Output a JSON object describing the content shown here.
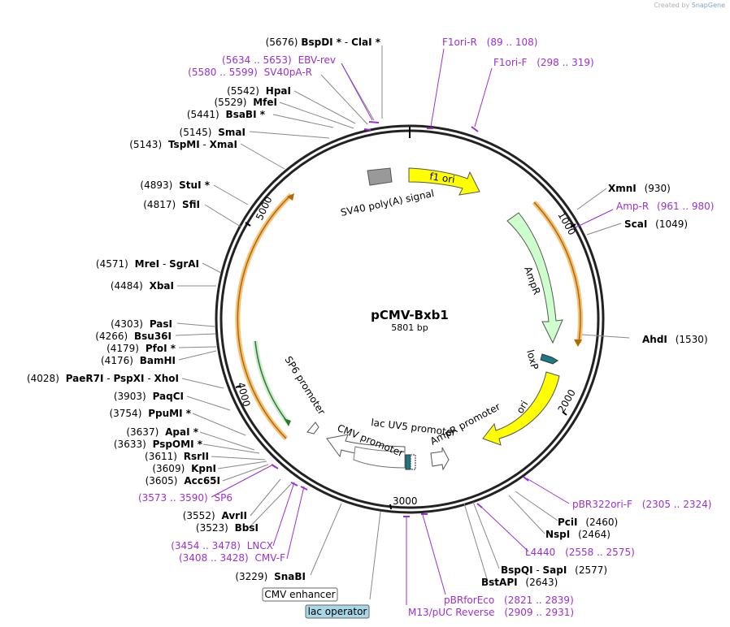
{
  "watermark": {
    "prefix": "Created by",
    "brand": "SnapGene"
  },
  "plasmid": {
    "name": "pCMV-Bxb1",
    "size_label": "5801 bp"
  },
  "ticks": [
    "1000",
    "2000",
    "3000",
    "4000",
    "5000"
  ],
  "features": [
    {
      "id": "f1ori",
      "label": "f1 ori",
      "color": "#ffff00"
    },
    {
      "id": "sv40",
      "label": "SV40 poly(A) signal",
      "color": "#999999"
    },
    {
      "id": "ampr",
      "label": "AmpR",
      "color": "#ccffcc"
    },
    {
      "id": "loxp",
      "label": "loxP",
      "color": "#1a7a8a"
    },
    {
      "id": "ori",
      "label": "ori",
      "color": "#ffff00"
    },
    {
      "id": "amprprom",
      "label": "AmpR promoter",
      "color": "#ffffff"
    },
    {
      "id": "lacuv5",
      "label": "lac UV5 promoter",
      "color": "#ffffff"
    },
    {
      "id": "cmvprom",
      "label": "CMV promoter",
      "color": "#ffffff"
    },
    {
      "id": "sp6",
      "label": "SP6 promoter",
      "color": "#ffffff"
    }
  ],
  "boxed_labels": [
    {
      "id": "cmv-enhancer",
      "text": "CMV enhancer",
      "fill": "#ffffff"
    },
    {
      "id": "lac-operator",
      "text": "lac operator",
      "fill": "#a8d8e8"
    }
  ],
  "left_labels": [
    {
      "num": "(5676)",
      "name": "BspDI *",
      "name2": "ClaI *"
    },
    {
      "num": "(5634 .. 5653)",
      "name": "EBV-rev",
      "primer": true
    },
    {
      "num": "(5580 .. 5599)",
      "name": "SV40pA-R",
      "primer": true
    },
    {
      "num": "(5542)",
      "name": "HpaI"
    },
    {
      "num": "(5529)",
      "name": "MfeI"
    },
    {
      "num": "(5441)",
      "name": "BsaBI *"
    },
    {
      "num": "(5145)",
      "name": "SmaI"
    },
    {
      "num": "(5143)",
      "name": "TspMI",
      "name2": "XmaI"
    },
    {
      "num": "(4893)",
      "name": "StuI *"
    },
    {
      "num": "(4817)",
      "name": "SfiI"
    },
    {
      "num": "(4571)",
      "name": "MreI",
      "name2": "SgrAI"
    },
    {
      "num": "(4484)",
      "name": "XbaI"
    },
    {
      "num": "(4303)",
      "name": "PasI"
    },
    {
      "num": "(4266)",
      "name": "Bsu36I"
    },
    {
      "num": "(4179)",
      "name": "PfoI *"
    },
    {
      "num": "(4176)",
      "name": "BamHI"
    },
    {
      "num": "(4028)",
      "name": "PaeR7I",
      "name2": "PspXI",
      "name3": "XhoI"
    },
    {
      "num": "(3903)",
      "name": "PaqCI"
    },
    {
      "num": "(3754)",
      "name": "PpuMI *"
    },
    {
      "num": "(3637)",
      "name": "ApaI *"
    },
    {
      "num": "(3633)",
      "name": "PspOMI *"
    },
    {
      "num": "(3611)",
      "name": "RsrII"
    },
    {
      "num": "(3609)",
      "name": "KpnI"
    },
    {
      "num": "(3605)",
      "name": "Acc65I"
    },
    {
      "num": "(3573 .. 3590)",
      "name": "SP6",
      "primer": true
    },
    {
      "num": "(3552)",
      "name": "AvrII"
    },
    {
      "num": "(3523)",
      "name": "BbsI"
    },
    {
      "num": "(3454 .. 3478)",
      "name": "LNCX",
      "primer": true
    },
    {
      "num": "(3408 .. 3428)",
      "name": "CMV-F",
      "primer": true
    },
    {
      "num": "(3229)",
      "name": "SnaBI"
    }
  ],
  "right_labels": [
    {
      "name": "F1ori-R",
      "num": "(89 .. 108)",
      "primer": true
    },
    {
      "name": "F1ori-F",
      "num": "(298 .. 319)",
      "primer": true
    },
    {
      "name": "XmnI",
      "num": "(930)"
    },
    {
      "name": "Amp-R",
      "num": "(961 .. 980)",
      "primer": true
    },
    {
      "name": "ScaI",
      "num": "(1049)"
    },
    {
      "name": "AhdI",
      "num": "(1530)"
    },
    {
      "name": "pBR322ori-F",
      "num": "(2305 .. 2324)",
      "primer": true
    },
    {
      "name": "PciI",
      "num": "(2460)"
    },
    {
      "name": "NspI",
      "num": "(2464)"
    },
    {
      "name": "L4440",
      "num": "(2558 .. 2575)",
      "primer": true
    },
    {
      "name": "BspQI",
      "name2": "SapI",
      "num": "(2577)"
    },
    {
      "name": "BstAPI",
      "num": "(2643)"
    },
    {
      "name": "pBRforEco",
      "num": "(2821 .. 2839)",
      "primer": true
    },
    {
      "name": "M13/pUC Reverse",
      "num": "(2909 .. 2931)",
      "primer": true
    }
  ]
}
